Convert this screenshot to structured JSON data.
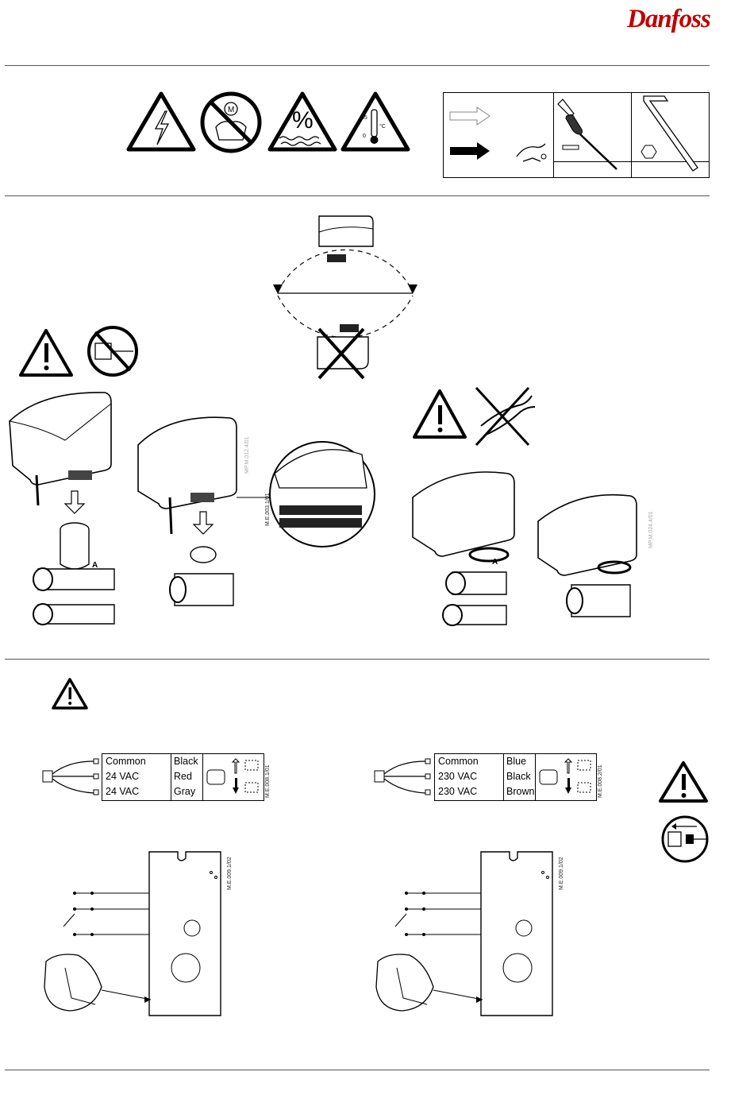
{
  "brand": {
    "logo": "Danfoss"
  },
  "symbols": {
    "temp_high": "55",
    "temp_unit": "°C",
    "temp_low": "0",
    "humidity": "%"
  },
  "mount": {
    "codes": [
      "MP.M.012.4/01",
      "M.E.003.1/01",
      "MP.M.024.4/01"
    ],
    "valve_label": "A"
  },
  "wiring_24v": {
    "rows": [
      {
        "label": "Common",
        "wire": "Black"
      },
      {
        "label": "24 VAC",
        "wire": "Red"
      },
      {
        "label": "24 VAC",
        "wire": "Gray"
      }
    ],
    "code": "M.E.008.1/01",
    "board_code": "M.E.009.1/02"
  },
  "wiring_230v": {
    "rows": [
      {
        "label": "Common",
        "wire": "Blue"
      },
      {
        "label": "230 VAC",
        "wire": "Black"
      },
      {
        "label": "230 VAC",
        "wire": "Brown"
      }
    ],
    "code": "M.E.008.2/01",
    "board_code": "M.E.009.1/02"
  },
  "colors": {
    "logo": "#c00000",
    "line": "#000000",
    "rule": "#555555"
  }
}
